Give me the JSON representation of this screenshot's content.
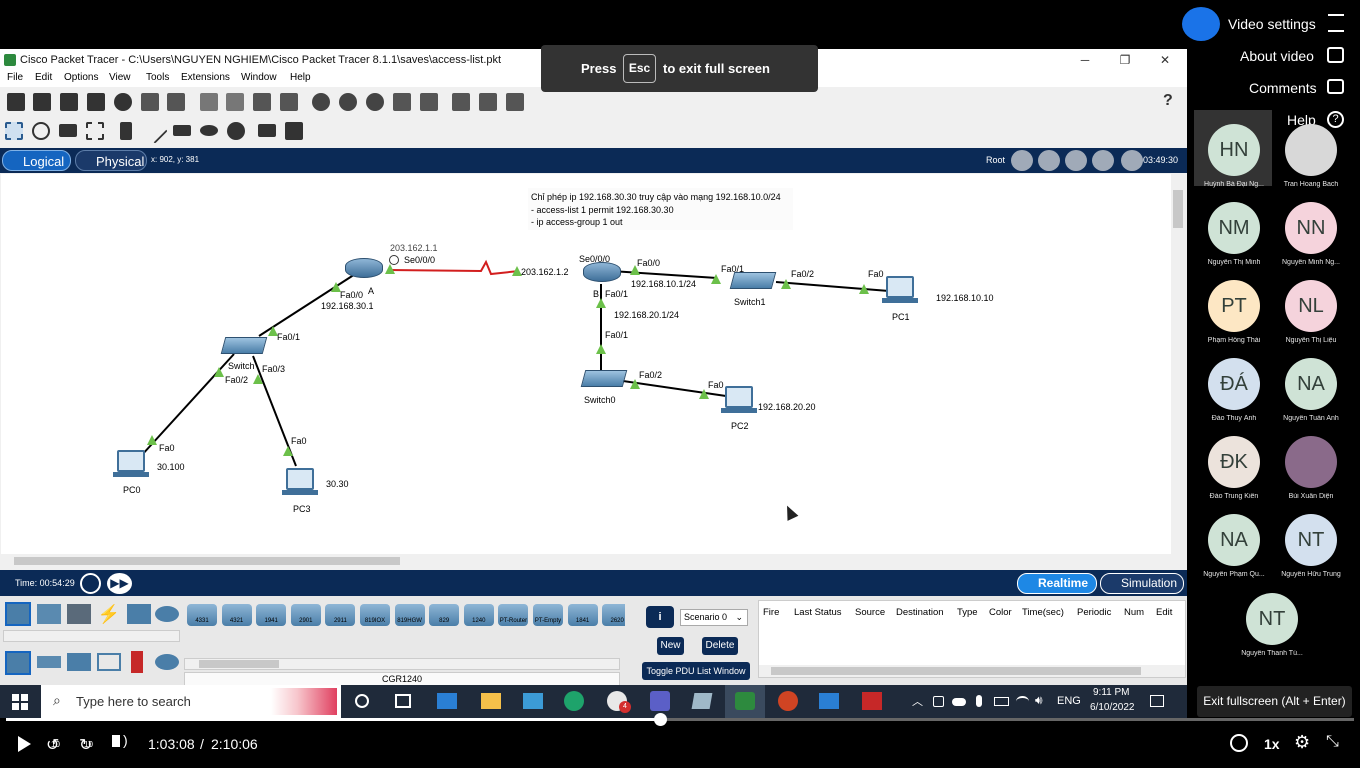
{
  "window": {
    "title": "Cisco Packet Tracer - C:\\Users\\NGUYEN NGHIEM\\Cisco Packet Tracer 8.1.1\\saves\\access-list.pkt"
  },
  "menu": [
    "File",
    "Edit",
    "Options",
    "View",
    "Tools",
    "Extensions",
    "Window",
    "Help"
  ],
  "toast": {
    "press": "Press",
    "key": "Esc",
    "rest": "to exit full screen"
  },
  "logical_bar": {
    "logical": "Logical",
    "physical": "Physical",
    "coords": "x: 902, y: 381",
    "root": "Root",
    "clock": "03:49:30"
  },
  "canvas": {
    "note": [
      "Chỉ phép ip 192.168.30.30 truy cập vào mạng 192.168.10.0/24",
      "- access-list 1 permit 192.168.30.30",
      "- ip access-group 1 out"
    ],
    "labels": {
      "rA_ip_top": "203.162.1.1",
      "rA_se": "Se0/0/0",
      "rA_fa": "Fa0/0",
      "rA_name": "A",
      "rA_net": "192.168.30.1",
      "rB_se_ip": "203.162.1.2",
      "rB_se": "Se0/0/0",
      "rB_fa0": "Fa0/0",
      "rB_net1": "192.168.10.1/24",
      "rB_name": "B",
      "rB_fa1": "Fa0/1",
      "rB_net2": "192.168.20.1/24",
      "sw_fa01": "Fa0/1",
      "sw_name": "Switch",
      "sw_fa03": "Fa0/3",
      "sw_fa02": "Fa0/2",
      "sw1_fa01": "Fa0/1",
      "sw1_fa02": "Fa0/2",
      "sw1_name": "Switch1",
      "sw0_fa01": "Fa0/1",
      "sw0_fa02": "Fa0/2",
      "sw0_name": "Switch0",
      "pc1_fa": "Fa0",
      "pc1_name": "PC1",
      "pc1_ip": "192.168.10.10",
      "pc2_fa": "Fa0",
      "pc2_name": "PC2",
      "pc2_ip": "192.168.20.20",
      "pc0_fa": "Fa0",
      "pc0_ip": "30.100",
      "pc0_name": "PC0",
      "pc3_fa": "Fa0",
      "pc3_ip": "30.30",
      "pc3_name": "PC3"
    }
  },
  "timebar": {
    "time": "Time: 00:54:29",
    "realtime": "Realtime",
    "simulation": "Simulation"
  },
  "devices": [
    "4331",
    "4321",
    "1941",
    "2901",
    "2911",
    "819IOX",
    "819HGW",
    "829",
    "1240",
    "PT-Router",
    "PT-Empty",
    "1841",
    "2620"
  ],
  "device_selected": "CGR1240",
  "pdu": {
    "scenario": "Scenario 0",
    "new": "New",
    "delete": "Delete",
    "toggle": "Toggle PDU List Window",
    "columns": [
      "Fire",
      "Last Status",
      "Source",
      "Destination",
      "Type",
      "Color",
      "Time(sec)",
      "Periodic",
      "Num",
      "Edit"
    ]
  },
  "taskbar": {
    "search_placeholder": "Type here to search",
    "lang": "ENG",
    "time": "9:11 PM",
    "date": "6/10/2022",
    "badge": "4"
  },
  "right_menu": {
    "video_settings": "Video settings",
    "about_video": "About video",
    "comments": "Comments",
    "help": "Help"
  },
  "participants": [
    {
      "initials": "HN",
      "name": "Huỳnh Bá Đại Ng...",
      "color": "#cfe3d6"
    },
    {
      "initials": "",
      "name": "Tran Hoang Bach",
      "color": "#d8d8d8"
    },
    {
      "initials": "NM",
      "name": "Nguyễn Thị Minh",
      "color": "#cfe3d6"
    },
    {
      "initials": "NN",
      "name": "Nguyễn Minh Ng...",
      "color": "#f5d3dc"
    },
    {
      "initials": "PT",
      "name": "Phạm Hồng Thái",
      "color": "#fde7c4"
    },
    {
      "initials": "NL",
      "name": "Nguyễn Thị Liệu",
      "color": "#f5d3dc"
    },
    {
      "initials": "ĐÁ",
      "name": "Đào Thuy Ánh",
      "color": "#d3e0ee"
    },
    {
      "initials": "NA",
      "name": "Nguyễn Tuấn Anh",
      "color": "#cfe3d6"
    },
    {
      "initials": "ĐK",
      "name": "Đào Trung Kiên",
      "color": "#ece3dc"
    },
    {
      "initials": "",
      "name": "Bùi Xuân Diện",
      "color": "#8a6a8a"
    },
    {
      "initials": "NA",
      "name": "Nguyễn Phạm Qu...",
      "color": "#cfe3d6"
    },
    {
      "initials": "NT",
      "name": "Nguyễn Hữu Trung",
      "color": "#d3e0ee"
    },
    {
      "initials": "NT",
      "name": "Nguyễn Thanh Tú...",
      "color": "#cfe3d6"
    }
  ],
  "exit_fullscreen": "Exit fullscreen (Alt + Enter)",
  "player": {
    "current": "1:03:08",
    "separator": "/",
    "duration": "2:10:06",
    "progress": 0.485,
    "speed": "1x",
    "skip_back": "10",
    "skip_fwd": "10"
  }
}
